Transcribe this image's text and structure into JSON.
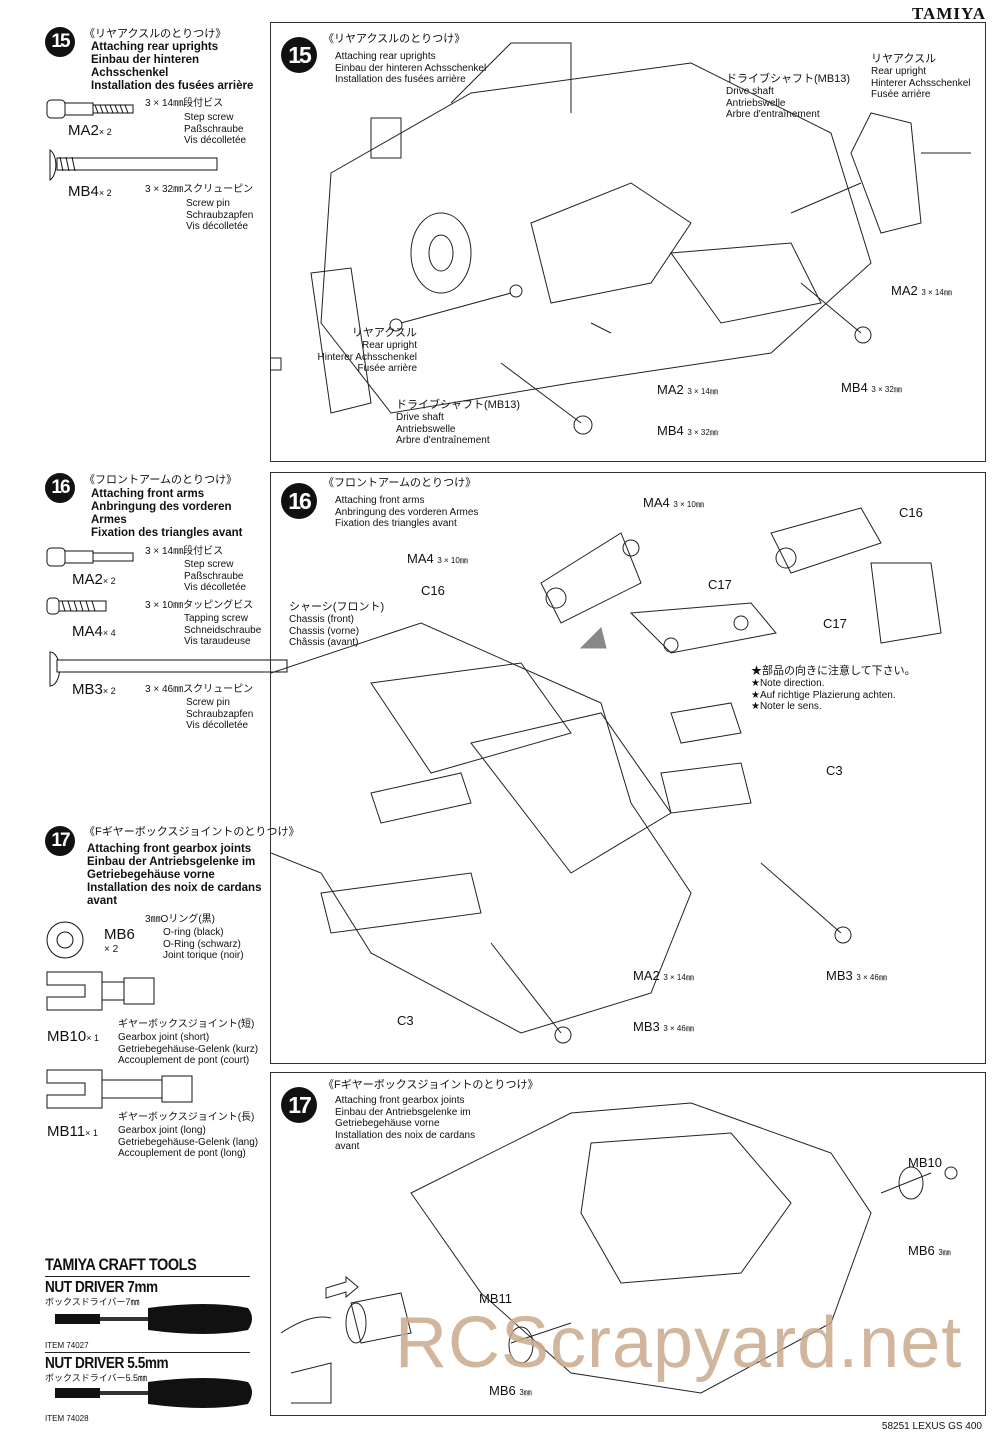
{
  "brand": "TAMIYA",
  "footer": "58251 LEXUS GS 400",
  "watermark": "RCScrapyard.net",
  "watermark_color": "#c9a98b",
  "steps": [
    {
      "number": "15",
      "jp": "《リヤアクスルのとりつけ》",
      "en": "Attaching rear uprights",
      "de": "Einbau der hinteren Achsschenkel",
      "de_left": [
        "Einbau der hinteren",
        "Achsschenkel"
      ],
      "fr": "Installation des fusées arrière",
      "parts": [
        {
          "code": "MA2",
          "qty": "× 2",
          "jp": "3 × 14㎜段付ビス",
          "en": "Step screw",
          "de": "Paßschraube",
          "fr": "Vis décolletée"
        },
        {
          "code": "MB4",
          "qty": "× 2",
          "jp": "3 × 32㎜スクリューピン",
          "en": "Screw pin",
          "de": "Schraubzapfen",
          "fr": "Vis décolletée"
        }
      ]
    },
    {
      "number": "16",
      "jp": "《フロントアームのとりつけ》",
      "en": "Attaching front arms",
      "de": "Anbringung des vorderen Armes",
      "de_left": [
        "Anbringung des vorderen",
        "Armes"
      ],
      "fr": "Fixation des triangles avant",
      "parts": [
        {
          "code": "MA2",
          "qty": "× 2",
          "jp": "3 × 14㎜段付ビス",
          "en": "Step screw",
          "de": "Paßschraube",
          "fr": "Vis décolletée"
        },
        {
          "code": "MA4",
          "qty": "× 4",
          "jp": "3 × 10㎜タッピングビス",
          "en": "Tapping screw",
          "de": "Schneidschraube",
          "fr": "Vis taraudeuse"
        },
        {
          "code": "MB3",
          "qty": "× 2",
          "jp": "3 × 46㎜スクリューピン",
          "en": "Screw pin",
          "de": "Schraubzapfen",
          "fr": "Vis décolletée"
        }
      ]
    },
    {
      "number": "17",
      "jp": "《Fギヤーボックスジョイントのとりつけ》",
      "en": "Attaching front gearbox joints",
      "de_left": [
        "Einbau der Antriebsgelenke im",
        "Getriebegehäuse vorne"
      ],
      "fr_left": [
        "Installation des noix de cardans",
        "avant"
      ],
      "de_right": [
        "Einbau der Antriebsgelenke im",
        "Getriebegehäuse vorne"
      ],
      "fr_right": [
        "Installation des noix de cardans",
        "avant"
      ],
      "parts": [
        {
          "code": "MB6",
          "qty": "× 2",
          "jp": "3㎜Oリング(黒)",
          "en": "O-ring (black)",
          "de": "O-Ring (schwarz)",
          "fr": "Joint torique (noir)"
        },
        {
          "code": "MB10",
          "qty": "× 1",
          "jp": "ギヤーボックスジョイント(短)",
          "en": "Gearbox joint (short)",
          "de": "Getriebegehäuse-Gelenk (kurz)",
          "fr": "Accouplement de pont (court)"
        },
        {
          "code": "MB11",
          "qty": "× 1",
          "jp": "ギヤーボックスジョイント(長)",
          "en": "Gearbox joint (long)",
          "de": "Getriebegehäuse-Gelenk (lang)",
          "fr": "Accouplement de pont (long)"
        }
      ]
    }
  ],
  "diagram15": {
    "upright_right": {
      "jp": "リヤアクスル",
      "en": "Rear upright",
      "de": "Hinterer Achsschenkel",
      "fr": "Fusée arrière"
    },
    "upright_left": {
      "jp": "リヤアクスル",
      "en": "Rear upright",
      "de": "Hinterer Achsschenkel",
      "fr": "Fusée arrière"
    },
    "shaft_top": {
      "jp": "ドライブシャフト(MB13)",
      "en": "Drive shaft",
      "de": "Antriebswelle",
      "fr": "Arbre d'entraînement"
    },
    "shaft_bottom": {
      "jp": "ドライブシャフト(MB13)",
      "en": "Drive shaft",
      "de": "Antriebswelle",
      "fr": "Arbre d'entraînement"
    },
    "callouts": [
      {
        "code": "MA2",
        "size": "3 × 14㎜"
      },
      {
        "code": "MB4",
        "size": "3 × 32㎜"
      },
      {
        "code": "MA2",
        "size": "3 × 14㎜"
      },
      {
        "code": "MB4",
        "size": "3 × 32㎜"
      }
    ]
  },
  "diagram16": {
    "chassis": {
      "jp": "シャーシ(フロント)",
      "en": "Chassis (front)",
      "de": "Chassis (vorne)",
      "fr": "Châssis (avant)"
    },
    "note": {
      "jp": "★部品の向きに注意して下さい。",
      "en": "★Note direction.",
      "de": "★Auf richtige Plazierung achten.",
      "fr": "★Noter le sens."
    },
    "callouts": [
      {
        "code": "MA4",
        "size": "3 × 10㎜"
      },
      {
        "code": "MA4",
        "size": "3 × 10㎜"
      },
      {
        "code": "C16"
      },
      {
        "code": "C16"
      },
      {
        "code": "C17"
      },
      {
        "code": "C17"
      },
      {
        "code": "C3"
      },
      {
        "code": "C3"
      },
      {
        "code": "MA2",
        "size": "3 × 14㎜"
      },
      {
        "code": "MB3",
        "size": "3 × 46㎜"
      },
      {
        "code": "MB3",
        "size": "3 × 46㎜"
      }
    ]
  },
  "diagram17": {
    "callouts": [
      {
        "code": "MB10"
      },
      {
        "code": "MB6",
        "size": "3㎜"
      },
      {
        "code": "MB11"
      },
      {
        "code": "MB6",
        "size": "3㎜"
      }
    ]
  },
  "tools": {
    "header": "TAMIYA CRAFT TOOLS",
    "items": [
      {
        "name": "NUT DRIVER 7mm",
        "jp": "ボックスドライバー7㎜",
        "item": "ITEM 74027"
      },
      {
        "name": "NUT DRIVER 5.5mm",
        "jp": "ボックスドライバー5.5㎜",
        "item": "ITEM 74028"
      }
    ]
  }
}
